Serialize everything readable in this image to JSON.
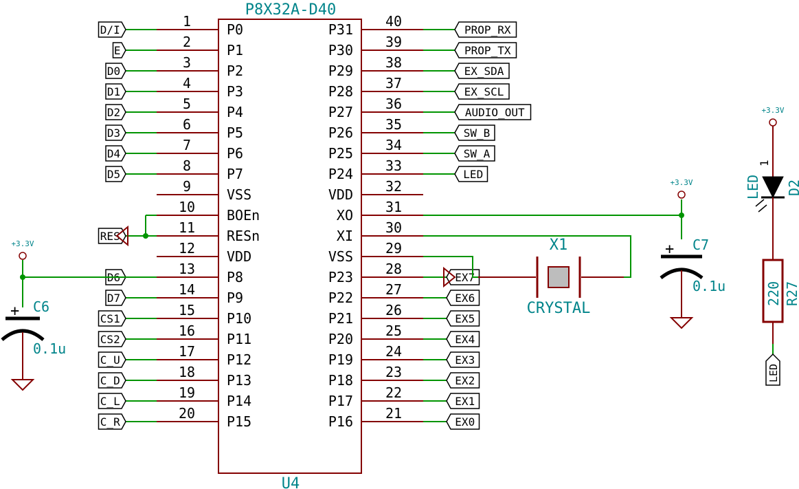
{
  "colors": {
    "wire": "#009400",
    "body": "#840000",
    "text": "#000000",
    "reference": "#00848a",
    "component_fill": "#bdbdbd"
  },
  "ic": {
    "part": "P8X32A-D40",
    "ref": "U4",
    "left_pins": [
      {
        "num": "1",
        "name": "P0",
        "label": "D/I"
      },
      {
        "num": "2",
        "name": "P1",
        "label": "E"
      },
      {
        "num": "3",
        "name": "P2",
        "label": "D0"
      },
      {
        "num": "4",
        "name": "P3",
        "label": "D1"
      },
      {
        "num": "5",
        "name": "P4",
        "label": "D2"
      },
      {
        "num": "6",
        "name": "P5",
        "label": "D3"
      },
      {
        "num": "7",
        "name": "P6",
        "label": "D4"
      },
      {
        "num": "8",
        "name": "P7",
        "label": "D5"
      },
      {
        "num": "9",
        "name": "VSS",
        "label": ""
      },
      {
        "num": "10",
        "name": "BOEn",
        "label": ""
      },
      {
        "num": "11",
        "name": "RESn",
        "label": "RES"
      },
      {
        "num": "12",
        "name": "VDD",
        "label": ""
      },
      {
        "num": "13",
        "name": "P8",
        "label": "D6"
      },
      {
        "num": "14",
        "name": "P9",
        "label": "D7"
      },
      {
        "num": "15",
        "name": "P10",
        "label": "CS1"
      },
      {
        "num": "16",
        "name": "P11",
        "label": "CS2"
      },
      {
        "num": "17",
        "name": "P12",
        "label": "C_U"
      },
      {
        "num": "18",
        "name": "P13",
        "label": "C_D"
      },
      {
        "num": "19",
        "name": "P14",
        "label": "C_L"
      },
      {
        "num": "20",
        "name": "P15",
        "label": "C_R"
      }
    ],
    "right_pins": [
      {
        "num": "40",
        "name": "P31",
        "label": "PROP_RX"
      },
      {
        "num": "39",
        "name": "P30",
        "label": "PROP_TX"
      },
      {
        "num": "38",
        "name": "P29",
        "label": "EX_SDA"
      },
      {
        "num": "37",
        "name": "P28",
        "label": "EX_SCL"
      },
      {
        "num": "36",
        "name": "P27",
        "label": "AUDIO_OUT"
      },
      {
        "num": "35",
        "name": "P26",
        "label": "SW_B"
      },
      {
        "num": "34",
        "name": "P25",
        "label": "SW_A"
      },
      {
        "num": "33",
        "name": "P24",
        "label": "LED"
      },
      {
        "num": "32",
        "name": "VDD",
        "label": ""
      },
      {
        "num": "31",
        "name": "XO",
        "label": ""
      },
      {
        "num": "30",
        "name": "XI",
        "label": ""
      },
      {
        "num": "29",
        "name": "VSS",
        "label": ""
      },
      {
        "num": "28",
        "name": "P23",
        "label": "EX7"
      },
      {
        "num": "27",
        "name": "P22",
        "label": "EX6"
      },
      {
        "num": "26",
        "name": "P21",
        "label": "EX5"
      },
      {
        "num": "25",
        "name": "P20",
        "label": "EX4"
      },
      {
        "num": "24",
        "name": "P19",
        "label": "EX3"
      },
      {
        "num": "23",
        "name": "P18",
        "label": "EX2"
      },
      {
        "num": "22",
        "name": "P17",
        "label": "EX1"
      },
      {
        "num": "21",
        "name": "P16",
        "label": "EX0"
      }
    ]
  },
  "components": {
    "c6": {
      "ref": "C6",
      "value": "0.1u",
      "power": "+3.3V",
      "plus": "+"
    },
    "c7": {
      "ref": "C7",
      "value": "0.1u",
      "power": "+3.3V",
      "plus": "+"
    },
    "x1": {
      "ref": "X1",
      "value": "CRYSTAL"
    },
    "d2": {
      "ref": "D2",
      "value": "LED",
      "pin": "1",
      "power": "+3.3V"
    },
    "r27": {
      "ref": "R27",
      "value": "220"
    },
    "led_label": {
      "text": "LED"
    }
  }
}
